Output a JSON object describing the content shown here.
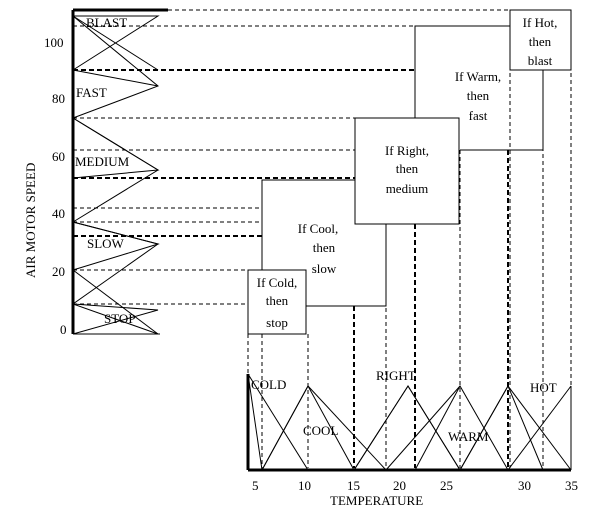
{
  "y_axis": {
    "title": "AIR MOTOR SPEED",
    "ticks": [
      "100",
      "80",
      "60",
      "40",
      "20",
      "0"
    ]
  },
  "x_axis": {
    "title": "TEMPERATURE",
    "ticks": [
      "5",
      "10",
      "15",
      "20",
      "25",
      "30",
      "35"
    ]
  },
  "speed_sets": [
    "BLAST",
    "FAST",
    "MEDIUM",
    "SLOW",
    "STOP"
  ],
  "temperature_sets": [
    "COLD",
    "COOL",
    "RIGHT",
    "WARM",
    "HOT"
  ],
  "rules": [
    {
      "lines": [
        "If Cold,",
        "then",
        "stop"
      ]
    },
    {
      "lines": [
        "If Cool,",
        "then",
        "slow"
      ]
    },
    {
      "lines": [
        "If Right,",
        "then",
        "medium"
      ]
    },
    {
      "lines": [
        "If Warm,",
        "then",
        "fast"
      ]
    },
    {
      "lines": [
        "If Hot,",
        "then",
        "blast"
      ]
    }
  ]
}
